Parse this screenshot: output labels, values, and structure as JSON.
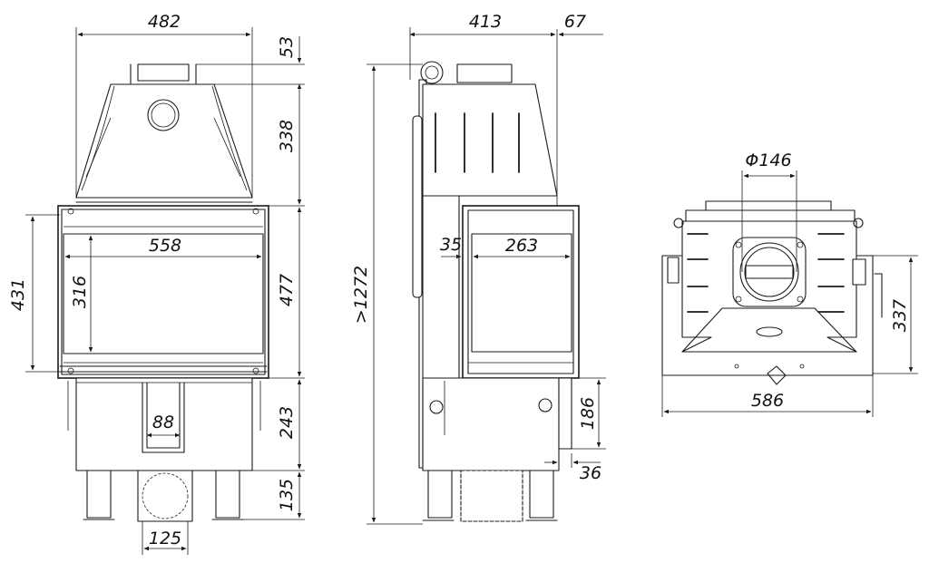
{
  "colors": {
    "line": "#1a1a1a",
    "background": "#ffffff"
  },
  "views": {
    "front": {
      "dims": {
        "width_top": "482",
        "chimney_height": "53",
        "hood_height": "338",
        "glass_height": "431",
        "door_height": "477",
        "glass_width": "558",
        "glass_inner_height": "316",
        "base_height": "243",
        "inlet_width": "88",
        "legs_height": "135",
        "air_inlet": "125"
      }
    },
    "side": {
      "dims": {
        "depth": "413",
        "offset_top": "67",
        "total_height": ">1272",
        "side_offset": "35",
        "side_glass_width": "263",
        "rear_height": "186",
        "rear_offset": "36"
      }
    },
    "top": {
      "dims": {
        "flue_diameter": "Φ146",
        "depth_right": "337",
        "total_width": "586"
      }
    }
  }
}
